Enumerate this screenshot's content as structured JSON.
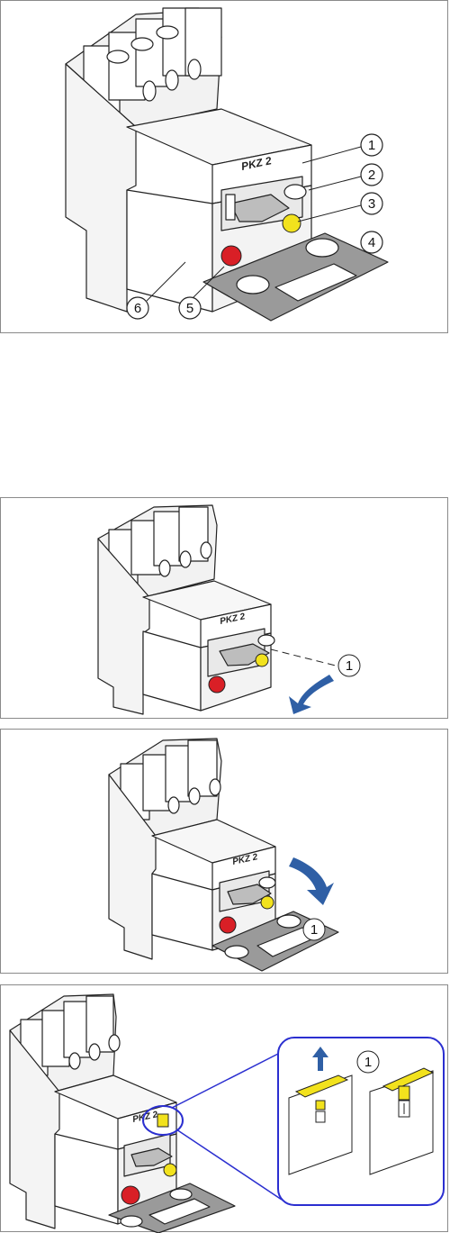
{
  "brand_text": "PKZ 2",
  "colors": {
    "red_knob": "#d91f26",
    "yellow_dial": "#f2e21d",
    "blue_arrow": "#2f5fa5",
    "callout_blue": "#2b2fd0",
    "cover_grey": "#8f8f8f",
    "outline": "#222222"
  },
  "panels": [
    {
      "id": "overview",
      "callouts": [
        "1",
        "2",
        "3",
        "4",
        "5",
        "6"
      ]
    },
    {
      "id": "step-open-cover",
      "callouts": [
        "1"
      ]
    },
    {
      "id": "step-cover-down",
      "callouts": [
        "1"
      ]
    },
    {
      "id": "step-slide-up-detail",
      "callouts": [
        "1"
      ]
    }
  ]
}
